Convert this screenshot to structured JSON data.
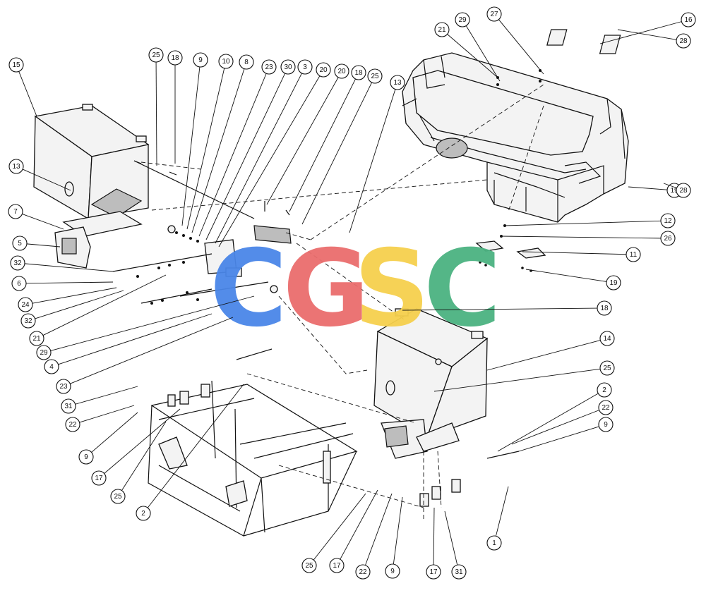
{
  "watermark": {
    "letters": [
      {
        "char": "C",
        "color": "#4a86e8"
      },
      {
        "char": "G",
        "color": "#ea6d6d"
      },
      {
        "char": "S",
        "color": "#f6d04d"
      },
      {
        "char": "C",
        "color": "#4bb381"
      }
    ]
  },
  "callouts": [
    {
      "id": "c15",
      "label": "15"
    },
    {
      "id": "c25a",
      "label": "25"
    },
    {
      "id": "c18a",
      "label": "18"
    },
    {
      "id": "c9a",
      "label": "9"
    },
    {
      "id": "c10",
      "label": "10"
    },
    {
      "id": "c8",
      "label": "8"
    },
    {
      "id": "c23a",
      "label": "23"
    },
    {
      "id": "c30",
      "label": "30"
    },
    {
      "id": "c3",
      "label": "3"
    },
    {
      "id": "c20a",
      "label": "20"
    },
    {
      "id": "c20b",
      "label": "20"
    },
    {
      "id": "c18b",
      "label": "18"
    },
    {
      "id": "c25b",
      "label": "25"
    },
    {
      "id": "c13a",
      "label": "13"
    },
    {
      "id": "c13b",
      "label": "13"
    },
    {
      "id": "c7",
      "label": "7"
    },
    {
      "id": "c5",
      "label": "5"
    },
    {
      "id": "c32a",
      "label": "32"
    },
    {
      "id": "c6",
      "label": "6"
    },
    {
      "id": "c24",
      "label": "24"
    },
    {
      "id": "c32b",
      "label": "32"
    },
    {
      "id": "c21a",
      "label": "21"
    },
    {
      "id": "c29a",
      "label": "29"
    },
    {
      "id": "c4",
      "label": "4"
    },
    {
      "id": "c23b",
      "label": "23"
    },
    {
      "id": "c31a",
      "label": "31"
    },
    {
      "id": "c22a",
      "label": "22"
    },
    {
      "id": "c9b",
      "label": "9"
    },
    {
      "id": "c17a",
      "label": "17"
    },
    {
      "id": "c25c",
      "label": "25"
    },
    {
      "id": "c2a",
      "label": "2"
    },
    {
      "id": "c21b",
      "label": "21"
    },
    {
      "id": "c29b",
      "label": "29"
    },
    {
      "id": "c27",
      "label": "27"
    },
    {
      "id": "c16",
      "label": "16"
    },
    {
      "id": "c28a",
      "label": "28"
    },
    {
      "id": "c19a",
      "label": "19"
    },
    {
      "id": "c28b",
      "label": "28"
    },
    {
      "id": "c12",
      "label": "12"
    },
    {
      "id": "c26",
      "label": "26"
    },
    {
      "id": "c11",
      "label": "11"
    },
    {
      "id": "c19b",
      "label": "19"
    },
    {
      "id": "c18c",
      "label": "18"
    },
    {
      "id": "c14",
      "label": "14"
    },
    {
      "id": "c25d",
      "label": "25"
    },
    {
      "id": "c2b",
      "label": "2"
    },
    {
      "id": "c22b",
      "label": "22"
    },
    {
      "id": "c9c",
      "label": "9"
    },
    {
      "id": "c1",
      "label": "1"
    },
    {
      "id": "c25e",
      "label": "25"
    },
    {
      "id": "c17b",
      "label": "17"
    },
    {
      "id": "c22c",
      "label": "22"
    },
    {
      "id": "c9d",
      "label": "9"
    },
    {
      "id": "c17c",
      "label": "17"
    },
    {
      "id": "c31b",
      "label": "31"
    }
  ]
}
